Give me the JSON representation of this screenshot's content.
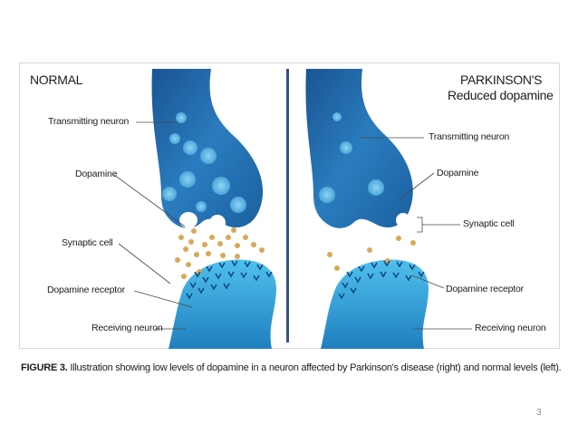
{
  "left_panel": {
    "heading": "NORMAL",
    "labels": {
      "transmitting": "Transmitting neuron",
      "dopamine": "Dopamine",
      "synaptic": "Synaptic cell",
      "receptor": "Dopamine receptor",
      "receiving": "Receiving neuron"
    }
  },
  "right_panel": {
    "heading_line1": "PARKINSON'S",
    "heading_line2": "Reduced dopamine",
    "labels": {
      "transmitting": "Transmitting neuron",
      "dopamine": "Dopamine",
      "synaptic": "Synaptic cell",
      "receptor": "Dopamine receptor",
      "receiving": "Receiving neuron"
    }
  },
  "caption": {
    "figure_label": "FIGURE 3.",
    "text": " Illustration showing low levels of dopamine in a neuron affected by Parkinson's disease (right) and normal levels (left)."
  },
  "page_number": "3",
  "colors": {
    "neuron_dark": "#1e5d9c",
    "neuron_mid": "#2f86c6",
    "neuron_light": "#6fc1ea",
    "receiving_neuron": "#36a8dc",
    "dopamine": "#d9a85a",
    "divider": "#3a4f86"
  }
}
